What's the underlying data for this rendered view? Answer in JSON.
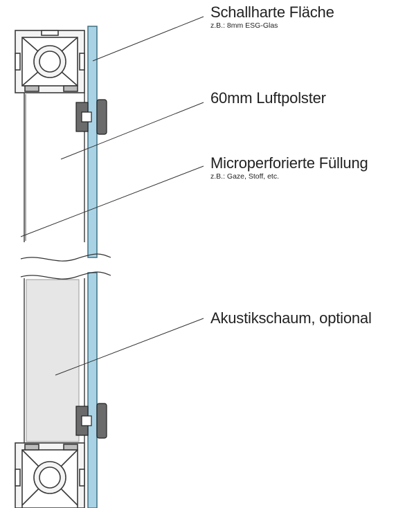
{
  "labels": [
    {
      "title": "Schallharte Fläche",
      "subtitle": "z.B.: 8mm ESG-Glas"
    },
    {
      "title": "60mm Luftpolster",
      "subtitle": ""
    },
    {
      "title": "Microperforierte Füllung",
      "subtitle": "z.B.: Gaze, Stoff, etc."
    },
    {
      "title": "Akustikschaum, optional",
      "subtitle": ""
    }
  ],
  "colors": {
    "glass_fill": "#a9d3e5",
    "glass_stroke": "#3f6f82",
    "profile_fill": "#f4f4f4",
    "profile_stroke": "#3a3a3a",
    "clip_fill": "#6b6b6b",
    "foam_fill": "#e6e6e6",
    "line": "#333333",
    "text": "#222222"
  }
}
